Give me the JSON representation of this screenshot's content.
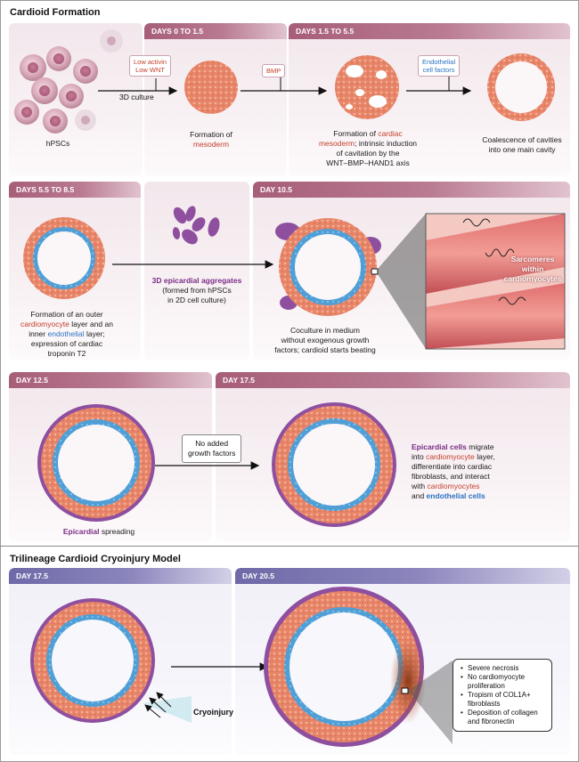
{
  "section1_title": "Cardioid Formation",
  "section2_title": "Trilineage Cardioid Cryoinjury Model",
  "headers": {
    "days_0_1_5": "DAYS 0 TO 1.5",
    "days_1_5_5_5": "DAYS 1.5 TO 5.5",
    "days_5_5_8_5": "DAYS 5.5 TO 8.5",
    "day_10_5": "DAY 10.5",
    "day_12_5": "DAY 12.5",
    "day_17_5": "DAY 17.5",
    "cryo_day_17_5": "DAY 17.5",
    "cryo_day_20_5": "DAY 20.5"
  },
  "labels": {
    "activin_l1": "Low activin",
    "activin_l2": "Low WNT",
    "bmp": "BMP",
    "endo_l1": "Endothelial",
    "endo_l2": "cell factors",
    "culture_3d": "3D culture",
    "no_gf_l1": "No added",
    "no_gf_l2": "growth factors",
    "cryoinjury": "Cryoinjury",
    "sarc_l1": "Sarcomeres",
    "sarc_l2": "within",
    "sarc_l3": "cardiomyocytes"
  },
  "captions": {
    "hpscs": "hPSCs",
    "meso_1": "Formation of",
    "meso_2": "mesoderm",
    "cardiac_1": "Formation of ",
    "cardiac_2": "cardiac",
    "cardiac_3": "mesoderm",
    "cardiac_4": "; intrinsic induction",
    "cardiac_5": "of cavitation by the",
    "cardiac_6": "WNT–BMP–HAND1 axis",
    "coal_1": "Coalescence of cavities",
    "coal_2": "into one main cavity",
    "outer_1": "Formation of an outer",
    "outer_2": "cardiomyocyte",
    "outer_3": " layer and an",
    "outer_4": "inner ",
    "outer_5": "endothelial",
    "outer_6": " layer;",
    "outer_7": "expression of cardiac",
    "outer_8": "troponin T2",
    "epi_1": "3D epicardial aggregates",
    "epi_2": "(formed from hPSCs",
    "epi_3": "in 2D cell culture)",
    "cocul_1": "Coculture in medium",
    "cocul_2": "without exogenous growth",
    "cocul_3": "factors; cardioid starts beating",
    "spread_1": "Epicardial",
    "spread_2": " spreading",
    "mig_1": "Epicardial cells",
    "mig_2": " migrate",
    "mig_3": "into ",
    "mig_4": "cardiomyocyte",
    "mig_5": " layer,",
    "mig_6": "differentiate into cardiac",
    "mig_7": "fibroblasts, and interact",
    "mig_8": "with ",
    "mig_9": "cardiomyocytes",
    "mig_10": "and ",
    "mig_11": "endothelial cells"
  },
  "injury_findings": [
    "Severe necrosis",
    "No cardiomyocyte proliferation",
    "Tropism of COL1A+ fibroblasts",
    "Deposition of collagen and fibronectin"
  ],
  "colors": {
    "cardiomyocyte": "#e8866a",
    "endothelial": "#4f9fd6",
    "epicardial": "#8e4f9f",
    "header_pink": "#a75e78",
    "header_blue": "#6f69a8"
  }
}
